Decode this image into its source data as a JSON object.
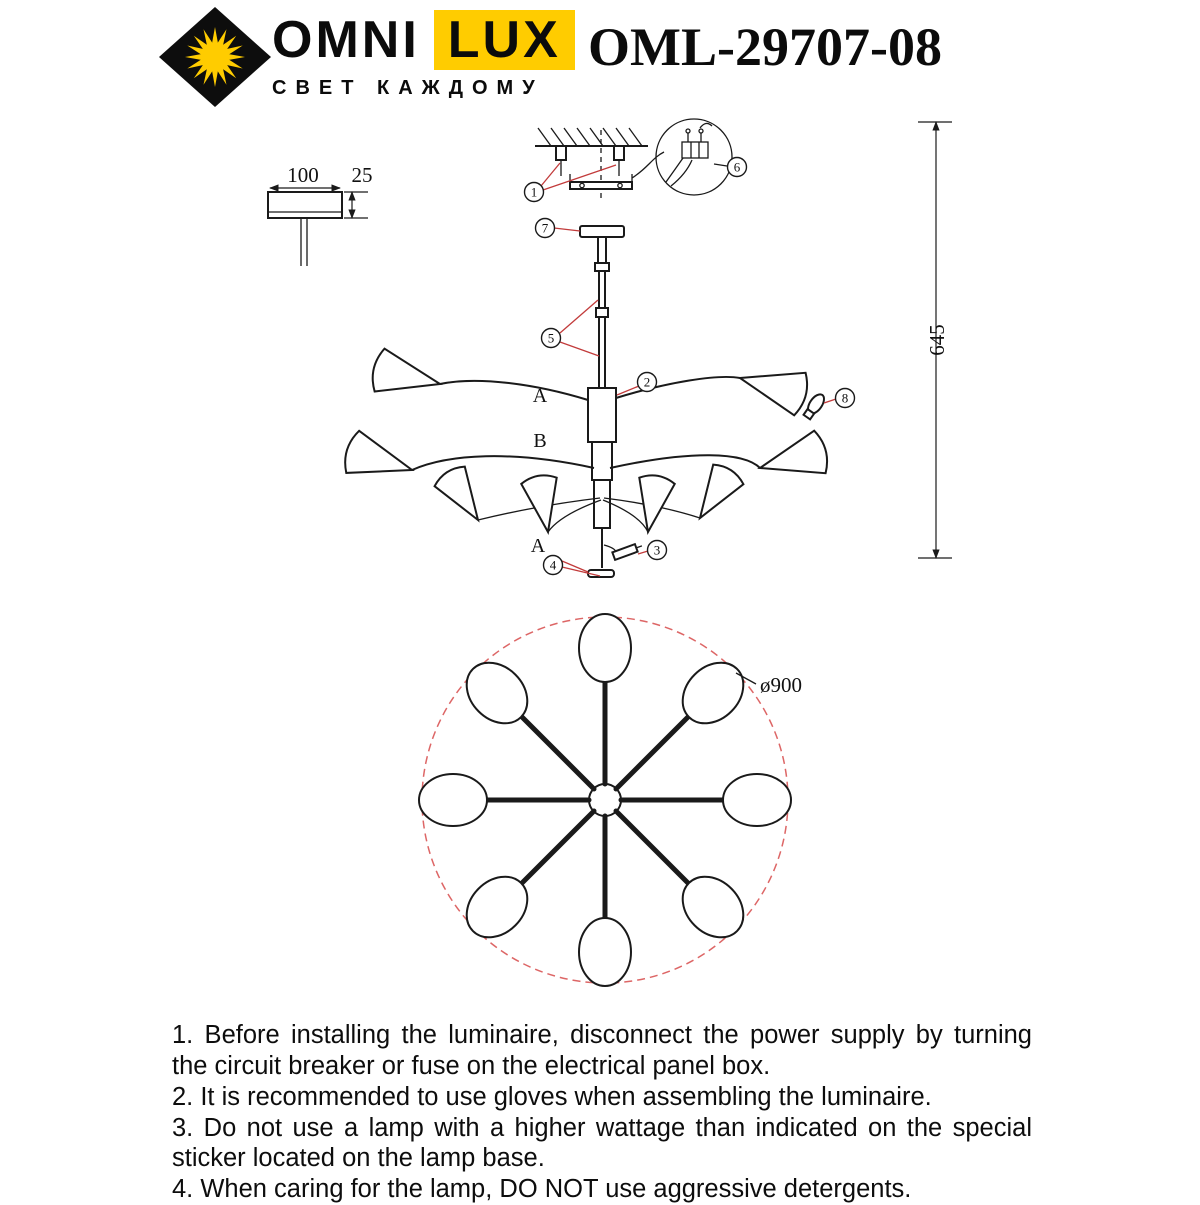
{
  "colors": {
    "brand_yellow": "#ffcc00",
    "line_black": "#1a1a1a",
    "leader_red": "#c23b3b",
    "dashed_circle_red": "#dd6666"
  },
  "header": {
    "brand": {
      "name_part1": "OMNI",
      "name_part2": "LUX",
      "tagline": "СВЕТ КАЖДОМУ"
    },
    "model_number": "OML-29707-08"
  },
  "side_view": {
    "canopy_width_label": "100",
    "canopy_height_label": "25",
    "height_label": "645",
    "tier_label_top": "A",
    "tier_label_middle": "B",
    "tier_label_bottom": "A",
    "callouts": [
      "1",
      "2",
      "3",
      "4",
      "5",
      "6",
      "7",
      "8"
    ]
  },
  "top_view": {
    "diameter_label": "ø900"
  },
  "instructions": {
    "items": [
      {
        "text": "1. Before installing the luminaire, disconnect the power supply by turning the circuit breaker or fuse on the electrical panel box."
      },
      {
        "text": "2. It is recommended to use gloves when assembling the luminaire."
      },
      {
        "text": "3. Do not use a lamp with a higher wattage than indicated on the special sticker located on the lamp base."
      },
      {
        "text": "4. When caring for the lamp, DO NOT use aggressive detergents."
      }
    ]
  }
}
